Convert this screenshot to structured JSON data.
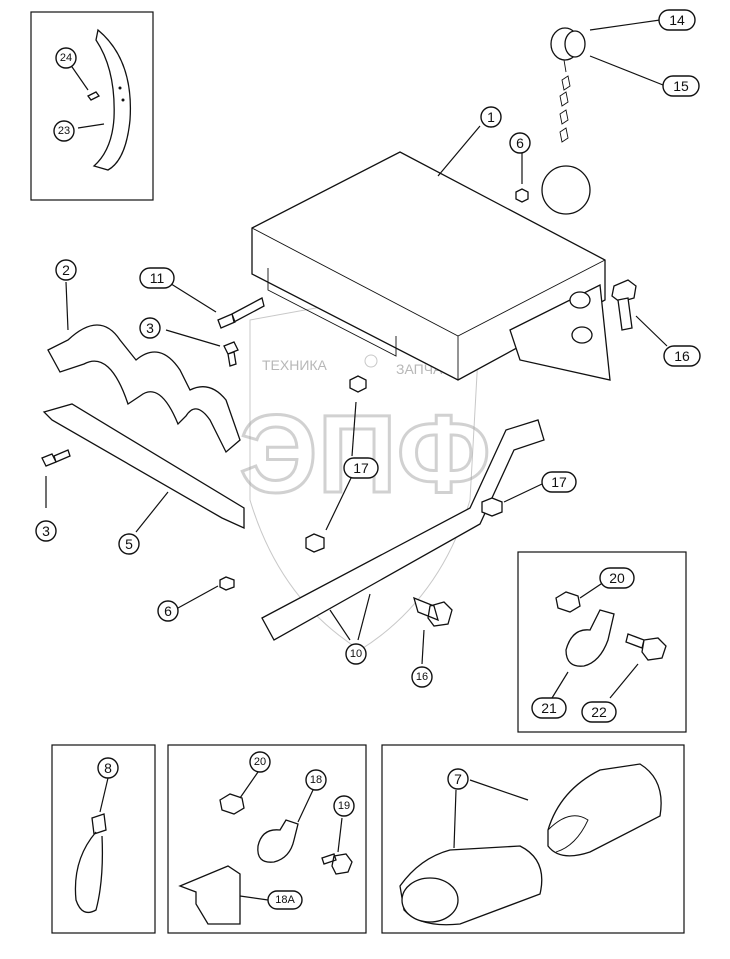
{
  "watermark": {
    "left_text": "ТЕХНИКА",
    "right_text": "ЗАПЧАСТИ",
    "logo_text": "ЭПФ"
  },
  "callouts": {
    "c1": "1",
    "c2": "2",
    "c3a": "3",
    "c3b": "3",
    "c5": "5",
    "c6a": "6",
    "c6b": "6",
    "c7": "7",
    "c8": "8",
    "c10": "10",
    "c11": "11",
    "c14": "14",
    "c15": "15",
    "c16a": "16",
    "c16b": "16",
    "c17a": "17",
    "c17b": "17",
    "c18": "18",
    "c18a": "18A",
    "c19": "19",
    "c20a": "20",
    "c20b": "20",
    "c21": "21",
    "c22": "22",
    "c23": "23",
    "c24": "24"
  }
}
